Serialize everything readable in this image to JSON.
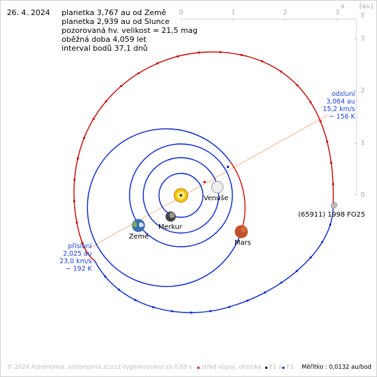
{
  "date": "26. 4. 2024",
  "info": {
    "line1": "planetka 3,767 au od Země",
    "line2": "planetka 2,939 au od Slunce",
    "line3": "pozorovaná hv. velikost = 21,5 mag",
    "line4": "oběžná doba 4,059 let",
    "line5": "interval bodů 37,1 dnů"
  },
  "axes": {
    "x_label": "x",
    "y_label": "y",
    "unit": "[au]",
    "x_ticks": [
      "0",
      "1",
      "2",
      "3"
    ],
    "y_ticks": [
      "3",
      "2",
      "1",
      "0"
    ]
  },
  "bodies": {
    "venus": "Venuše",
    "mercury": "Merkur",
    "earth": "Země",
    "mars": "Mars",
    "asteroid": "(65911) 1998 FO25"
  },
  "aphelion": {
    "title": "odsluní",
    "distance": "3,064 au",
    "speed": "15,2 km/s",
    "temp": "~ 156 K"
  },
  "perihelion": {
    "title": "přísluní",
    "distance": "2,025 au",
    "speed": "23,0 km/s",
    "temp": "~ 192 K"
  },
  "footer": {
    "copyright": "© 2024 Astronomia, astronomia.zcu.cz",
    "generated": "Vygenerováno za 0,09 s",
    "legend_center": "střed elipsy, ohniska",
    "legend_f1": "F1 a",
    "legend_f2": "F2",
    "scale": "Měřítko : 0,0132 au/bod"
  },
  "colors": {
    "asteroid_before": "#c00000",
    "asteroid_after": "#0020c8",
    "planet_orbit": "#0020c8",
    "mars_orbit_near": "#d00000",
    "apsis_line": "#f0a070",
    "grid": "#d0d0d0",
    "sun": "#f5c400"
  }
}
